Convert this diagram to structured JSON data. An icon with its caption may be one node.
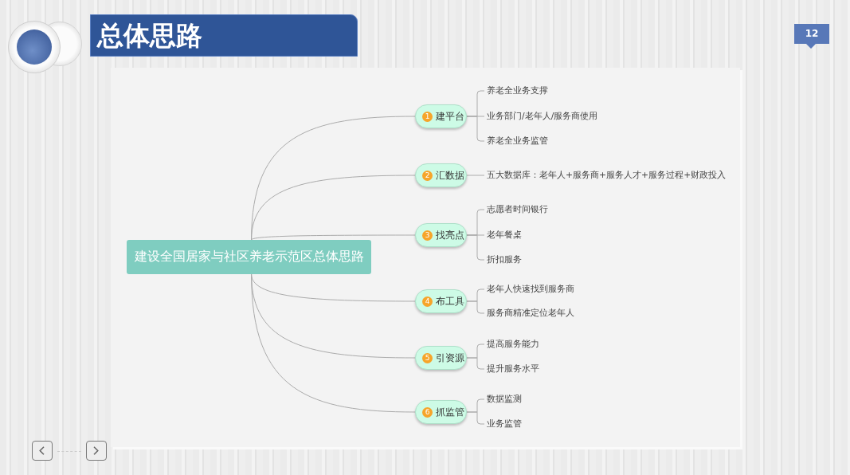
{
  "diagram": {
    "title": "总体思路",
    "nodes": [
      {
        "text": [
          "建设全国居家与社区养老示范区总体思路"
        ]
      },
      {
        "text": [
          "1",
          "建平台"
        ]
      },
      {
        "text": [
          "养老全业务支撑"
        ]
      },
      {
        "text": [
          "业务部门/老年人/服务商使用"
        ]
      },
      {
        "text": [
          "养老全业务监管"
        ]
      },
      {
        "text": [
          "2",
          "汇数据"
        ]
      },
      {
        "text": [
          "五大数据库：老年人+服务商+服务人才+服务过程+财政投入"
        ]
      },
      {
        "text": [
          "3",
          "找亮点"
        ]
      },
      {
        "text": [
          "志愿者时间银行"
        ]
      },
      {
        "text": [
          "老年餐桌"
        ]
      },
      {
        "text": [
          "折扣服务"
        ]
      },
      {
        "text": [
          "4",
          "布工具"
        ]
      },
      {
        "text": [
          "老年人快速找到服务商"
        ]
      },
      {
        "text": [
          "服务商精准定位老年人"
        ]
      },
      {
        "text": [
          "5",
          "引资源"
        ]
      },
      {
        "text": [
          "提高服务能力"
        ]
      },
      {
        "text": [
          "提升服务水平"
        ]
      },
      {
        "text": [
          "6",
          "抓监管"
        ]
      },
      {
        "text": [
          "数据监测"
        ]
      },
      {
        "text": [
          "业务监管"
        ]
      }
    ],
    "edges": [
      {
        "from": 0,
        "to": 1,
        "arrow": "none"
      },
      {
        "from": 1,
        "to": 2,
        "arrow": "none"
      },
      {
        "from": 1,
        "to": 3,
        "arrow": "none"
      },
      {
        "from": 1,
        "to": 4,
        "arrow": "none"
      },
      {
        "from": 0,
        "to": 5,
        "arrow": "none"
      },
      {
        "from": 5,
        "to": 6,
        "arrow": "none"
      },
      {
        "from": 0,
        "to": 7,
        "arrow": "none"
      },
      {
        "from": 7,
        "to": 8,
        "arrow": "none"
      },
      {
        "from": 7,
        "to": 9,
        "arrow": "none"
      },
      {
        "from": 7,
        "to": 10,
        "arrow": "none"
      },
      {
        "from": 0,
        "to": 11,
        "arrow": "none"
      },
      {
        "from": 11,
        "to": 12,
        "arrow": "none"
      },
      {
        "from": 11,
        "to": 13,
        "arrow": "none"
      },
      {
        "from": 0,
        "to": 14,
        "arrow": "none"
      },
      {
        "from": 14,
        "to": 15,
        "arrow": "none"
      },
      {
        "from": 14,
        "to": 16,
        "arrow": "none"
      },
      {
        "from": 0,
        "to": 17,
        "arrow": "none"
      },
      {
        "from": 17,
        "to": 18,
        "arrow": "none"
      },
      {
        "from": 17,
        "to": 19,
        "arrow": "none"
      }
    ],
    "labels": [
      "12"
    ]
  }
}
